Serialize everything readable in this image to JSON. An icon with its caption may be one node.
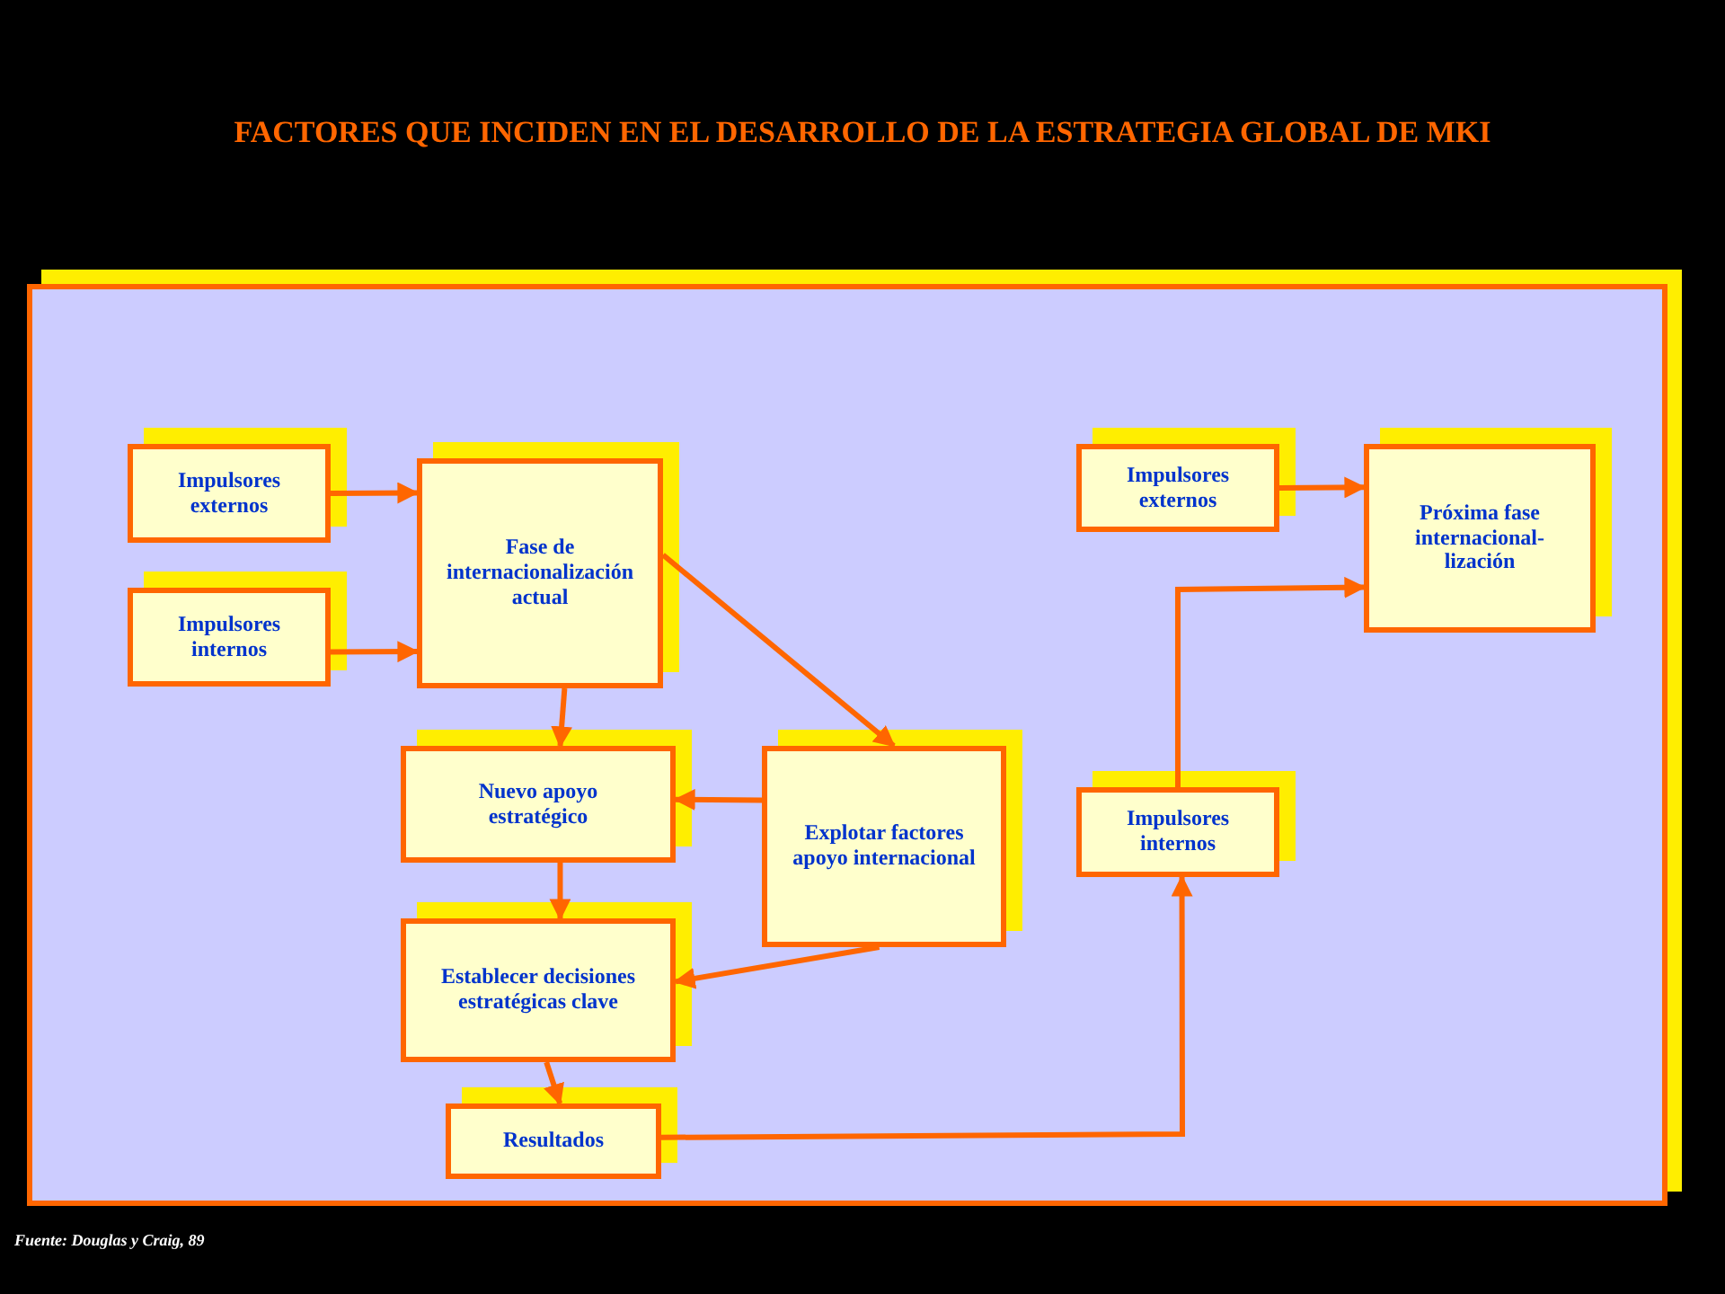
{
  "diagram": {
    "title": "FACTORES QUE INCIDEN EN EL DESARROLLO DE LA ESTRATEGIA GLOBAL DE MKI",
    "nodes": [
      {
        "text": [],
        "shape": "box"
      },
      {
        "text": [
          "Impulsores externos"
        ],
        "in": 0
      },
      {
        "text": [
          "Impulsores internos"
        ],
        "in": 0
      },
      {
        "text": [
          "Fase de internacionalización actual"
        ],
        "in": 0
      },
      {
        "text": [
          "Nuevo apoyo estratégico"
        ],
        "in": 0
      },
      {
        "text": [
          "Explotar factores apoyo internacional"
        ],
        "in": 0
      },
      {
        "text": [
          "Establecer decisiones estratégicas clave"
        ],
        "in": 0
      },
      {
        "text": [
          "Resultados"
        ],
        "in": 0
      },
      {
        "text": [
          "Impulsores externos"
        ],
        "in": 0
      },
      {
        "text": [
          "Impulsores internos"
        ],
        "in": 0
      },
      {
        "text": [
          "Próxima fase internacional-lización"
        ],
        "in": 0
      }
    ],
    "edges": [
      {
        "from": 1,
        "to": 3,
        "arrow": "to"
      },
      {
        "from": 2,
        "to": 3,
        "arrow": "to"
      },
      {
        "from": 3,
        "to": 4,
        "arrow": "to"
      },
      {
        "from": 3,
        "to": 5,
        "arrow": "to"
      },
      {
        "from": 5,
        "to": 4,
        "arrow": "to"
      },
      {
        "from": 4,
        "to": 6,
        "arrow": "to"
      },
      {
        "from": 5,
        "to": 6,
        "arrow": "to"
      },
      {
        "from": 6,
        "to": 7,
        "arrow": "to"
      },
      {
        "from": 7,
        "to": 9,
        "arrow": "to"
      },
      {
        "from": 8,
        "to": 10,
        "arrow": "to"
      },
      {
        "from": 9,
        "to": 10,
        "arrow": "to"
      }
    ],
    "labels": [
      "Fuente: Douglas y Craig, 89"
    ]
  }
}
